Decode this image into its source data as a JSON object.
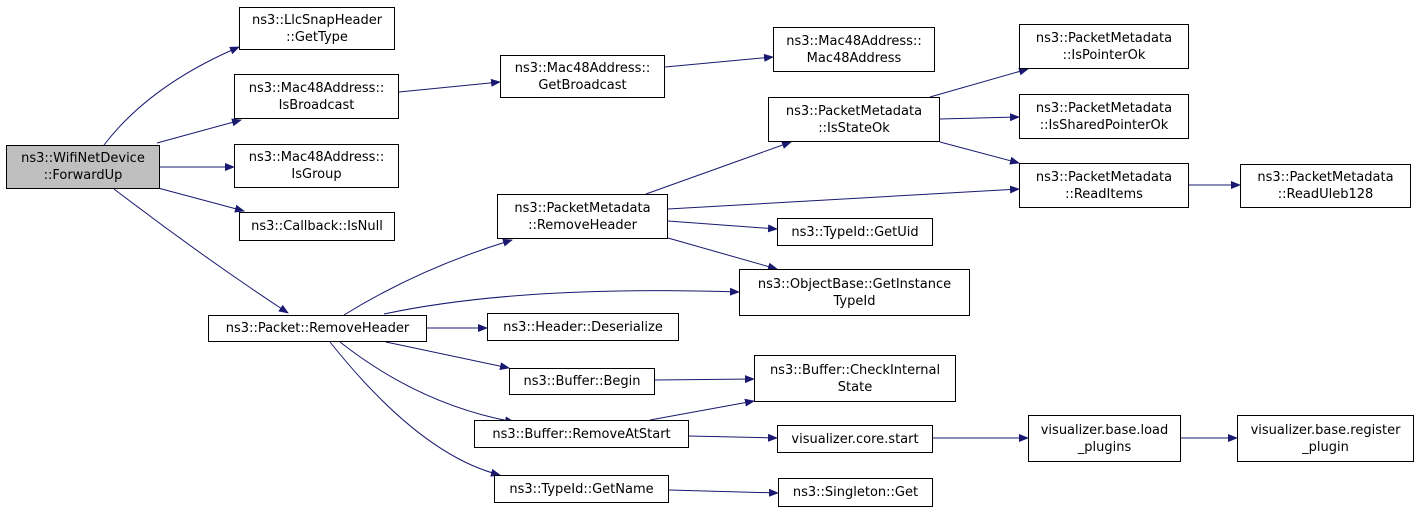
{
  "graph": {
    "edge_color": "#191970",
    "nodes": [
      {
        "id": "root",
        "lines": [
          "ns3::WifiNetDevice",
          "::ForwardUp"
        ],
        "root": true
      },
      {
        "id": "llc",
        "lines": [
          "ns3::LlcSnapHeader",
          "::GetType"
        ]
      },
      {
        "id": "isbcast",
        "lines": [
          "ns3::Mac48Address::",
          "IsBroadcast"
        ]
      },
      {
        "id": "isgroup",
        "lines": [
          "ns3::Mac48Address::",
          "IsGroup"
        ]
      },
      {
        "id": "isnull",
        "lines": [
          "ns3::Callback::IsNull"
        ]
      },
      {
        "id": "pktremove",
        "lines": [
          "ns3::Packet::RemoveHeader"
        ]
      },
      {
        "id": "getbcast",
        "lines": [
          "ns3::Mac48Address::",
          "GetBroadcast"
        ]
      },
      {
        "id": "mac48",
        "lines": [
          "ns3::Mac48Address::",
          "Mac48Address"
        ]
      },
      {
        "id": "pmremove",
        "lines": [
          "ns3::PacketMetadata",
          "::RemoveHeader"
        ]
      },
      {
        "id": "isstateok",
        "lines": [
          "ns3::PacketMetadata",
          "::IsStateOk"
        ]
      },
      {
        "id": "ispointerok",
        "lines": [
          "ns3::PacketMetadata",
          "::IsPointerOk"
        ]
      },
      {
        "id": "issharedok",
        "lines": [
          "ns3::PacketMetadata",
          "::IsSharedPointerOk"
        ]
      },
      {
        "id": "readitems",
        "lines": [
          "ns3::PacketMetadata",
          "::ReadItems"
        ]
      },
      {
        "id": "readuleb",
        "lines": [
          "ns3::PacketMetadata",
          "::ReadUleb128"
        ]
      },
      {
        "id": "getuid",
        "lines": [
          "ns3::TypeId::GetUid"
        ]
      },
      {
        "id": "getinst",
        "lines": [
          "ns3::ObjectBase::GetInstance",
          "TypeId"
        ]
      },
      {
        "id": "deser",
        "lines": [
          "ns3::Header::Deserialize"
        ]
      },
      {
        "id": "bufbegin",
        "lines": [
          "ns3::Buffer::Begin"
        ]
      },
      {
        "id": "checkint",
        "lines": [
          "ns3::Buffer::CheckInternal",
          "State"
        ]
      },
      {
        "id": "removeat",
        "lines": [
          "ns3::Buffer::RemoveAtStart"
        ]
      },
      {
        "id": "vcore",
        "lines": [
          "visualizer.core.start"
        ]
      },
      {
        "id": "vload",
        "lines": [
          "visualizer.base.load",
          "_plugins"
        ]
      },
      {
        "id": "vreg",
        "lines": [
          "visualizer.base.register",
          "_plugin"
        ]
      },
      {
        "id": "getname",
        "lines": [
          "ns3::TypeId::GetName"
        ]
      },
      {
        "id": "singleton",
        "lines": [
          "ns3::Singleton::Get"
        ]
      }
    ],
    "edges": [
      [
        "root",
        "llc"
      ],
      [
        "root",
        "isbcast"
      ],
      [
        "root",
        "isgroup"
      ],
      [
        "root",
        "isnull"
      ],
      [
        "root",
        "pktremove"
      ],
      [
        "isbcast",
        "getbcast"
      ],
      [
        "getbcast",
        "mac48"
      ],
      [
        "pktremove",
        "pmremove"
      ],
      [
        "pktremove",
        "getinst"
      ],
      [
        "pktremove",
        "deser"
      ],
      [
        "pktremove",
        "bufbegin"
      ],
      [
        "pktremove",
        "removeat"
      ],
      [
        "pktremove",
        "getname"
      ],
      [
        "pmremove",
        "isstateok"
      ],
      [
        "pmremove",
        "readitems"
      ],
      [
        "pmremove",
        "getuid"
      ],
      [
        "pmremove",
        "getinst"
      ],
      [
        "isstateok",
        "ispointerok"
      ],
      [
        "isstateok",
        "issharedok"
      ],
      [
        "isstateok",
        "readitems"
      ],
      [
        "readitems",
        "readuleb"
      ],
      [
        "bufbegin",
        "checkint"
      ],
      [
        "removeat",
        "checkint"
      ],
      [
        "removeat",
        "vcore"
      ],
      [
        "vcore",
        "vload"
      ],
      [
        "vload",
        "vreg"
      ],
      [
        "getname",
        "singleton"
      ]
    ]
  }
}
